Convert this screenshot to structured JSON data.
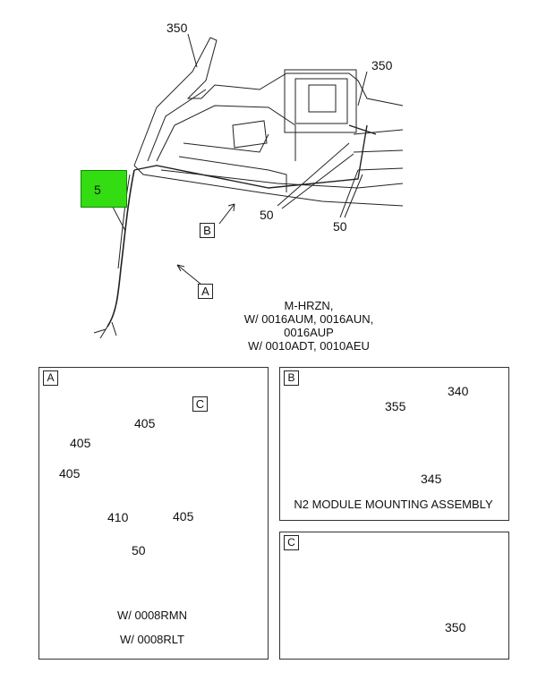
{
  "callout_key": {
    "number": "5",
    "color": "#33dd11"
  },
  "main_view": {
    "callouts": {
      "c350_top": "350",
      "c350_right": "350",
      "c50_left": "50",
      "c50_right": "50"
    },
    "view_labels": {
      "b": "B",
      "a": "A"
    },
    "note_lines": [
      "M-HRZN,",
      "W/ 0016AUM, 0016AUN,",
      "0016AUP",
      "W/ 0010ADT, 0010AEU"
    ]
  },
  "panel_a": {
    "letter": "A",
    "subview": "C",
    "callouts": {
      "c405_mid": "405",
      "c405_upper": "405",
      "c405_left": "405",
      "c410": "410",
      "c405_right": "405",
      "c50": "50"
    },
    "notes": [
      "W/ 0008RMN",
      "W/ 0008RLT"
    ]
  },
  "panel_b": {
    "letter": "B",
    "callouts": {
      "c340": "340",
      "c355": "355",
      "c345": "345"
    },
    "caption": "N2 MODULE MOUNTING ASSEMBLY"
  },
  "panel_c": {
    "letter": "C",
    "callouts": {
      "c350": "350"
    }
  }
}
